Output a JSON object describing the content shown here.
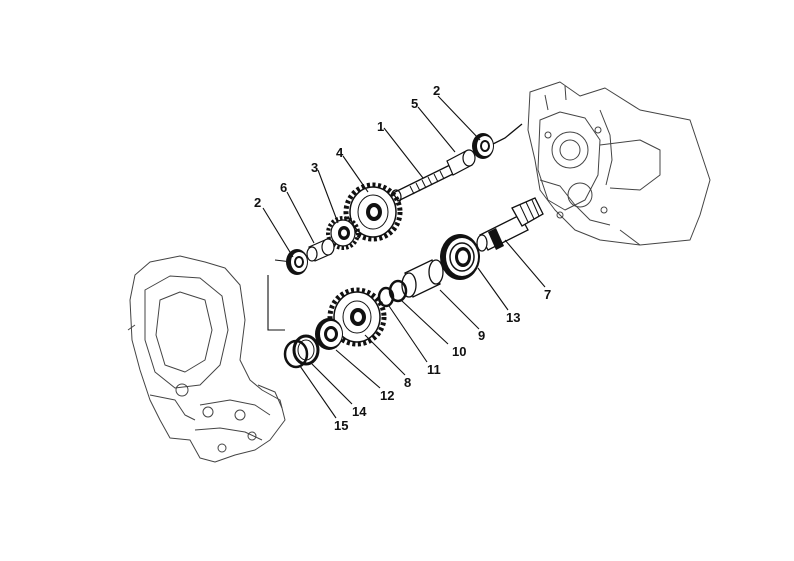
{
  "diagram": {
    "callouts": [
      {
        "id": "c1",
        "label": "1"
      },
      {
        "id": "c2a",
        "label": "2"
      },
      {
        "id": "c2b",
        "label": "2"
      },
      {
        "id": "c3",
        "label": "3"
      },
      {
        "id": "c4",
        "label": "4"
      },
      {
        "id": "c5",
        "label": "5"
      },
      {
        "id": "c6",
        "label": "6"
      },
      {
        "id": "c7",
        "label": "7"
      },
      {
        "id": "c8",
        "label": "8"
      },
      {
        "id": "c9",
        "label": "9"
      },
      {
        "id": "c10",
        "label": "10"
      },
      {
        "id": "c11",
        "label": "11"
      },
      {
        "id": "c12",
        "label": "12"
      },
      {
        "id": "c13",
        "label": "13"
      },
      {
        "id": "c14",
        "label": "14"
      },
      {
        "id": "c15",
        "label": "15"
      }
    ]
  }
}
